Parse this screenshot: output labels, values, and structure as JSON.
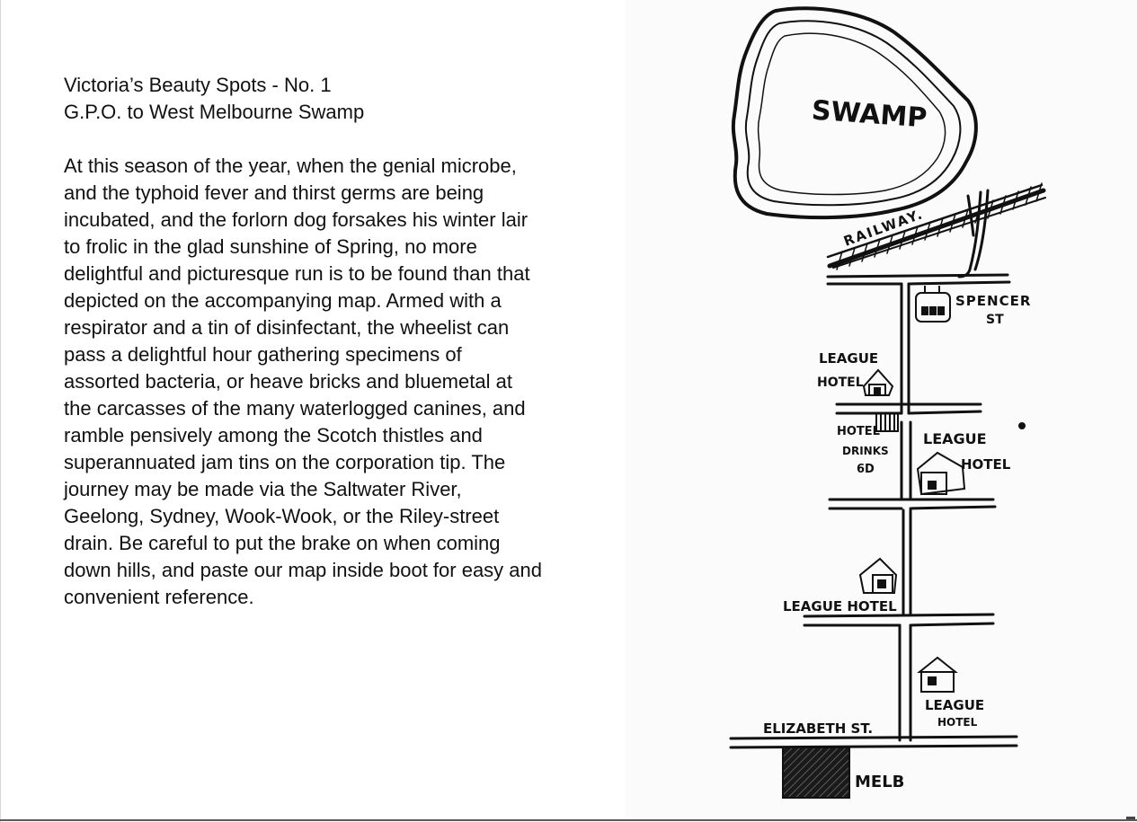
{
  "article": {
    "title_line_1": "Victoria’s Beauty Spots - No. 1",
    "title_line_2": "G.P.O. to West Melbourne Swamp",
    "body_lines": [
      "At this season of the year, when the genial microbe,",
      "and the typhoid fever and thirst germs are being",
      "incubated, and the forlorn dog forsakes his winter lair",
      "to frolic in the glad sunshine of Spring, no more",
      "delightful and picturesque run is to be found than that",
      "depicted on the accompanying map. Armed with a",
      "respirator and a tin of disinfectant, the wheelist can",
      "pass a delightful hour gathering specimens of",
      "assorted bacteria, or heave bricks and bluemetal at",
      "the carcasses of the many waterlogged canines, and",
      "ramble pensively among the Scotch thistles and",
      "superannuated jam tins on the corporation tip. The",
      "journey may be made via the Saltwater River,",
      "Geelong, Sydney, Wook-Wook, or the Riley-street",
      "drain. Be careful to put the brake on when coming",
      "down hills, and paste our map inside boot for easy and",
      "convenient reference."
    ]
  },
  "map": {
    "swamp_label": "SWAMP",
    "railway_label": "RAILWAY.",
    "spencer_label_1": "SPENCER",
    "spencer_label_2": "ST",
    "league_hotel_1_line_1": "LEAGUE",
    "league_hotel_1_line_2": "HOTEL",
    "hotel_drinks_line_1": "HOTEL",
    "hotel_drinks_line_2": "DRINKS",
    "hotel_drinks_line_3": "6D",
    "league_hotel_2_line_1": "LEAGUE",
    "league_hotel_2_line_2": "HOTEL",
    "league_hotel_3_label": "LEAGUE HOTEL",
    "league_hotel_4_line_1": "LEAGUE",
    "league_hotel_4_line_2": "HOTEL",
    "elizabeth_st_label": "ELIZABETH ST.",
    "melb_label": "MELB"
  }
}
